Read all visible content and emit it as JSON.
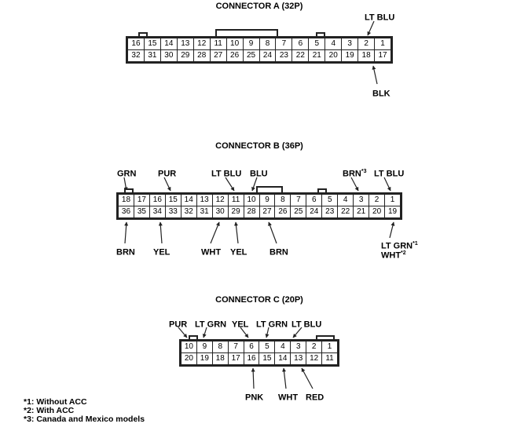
{
  "colors": {
    "line": "#222222",
    "background": "#ffffff",
    "text": "#000000"
  },
  "connectors": [
    {
      "id": "A",
      "title": "CONNECTOR A (32P)",
      "pins_top": [
        "16",
        "15",
        "14",
        "13",
        "12",
        "11",
        "10",
        "9",
        "8",
        "7",
        "6",
        "5",
        "4",
        "3",
        "2",
        "1"
      ],
      "pins_bottom": [
        "32",
        "31",
        "30",
        "29",
        "28",
        "27",
        "26",
        "25",
        "24",
        "23",
        "22",
        "21",
        "20",
        "19",
        "18",
        "17"
      ],
      "labels_top": [
        {
          "text": "LT BLU",
          "sup": ""
        }
      ],
      "labels_bottom": [
        {
          "text": "BLK",
          "sup": ""
        }
      ]
    },
    {
      "id": "B",
      "title": "CONNECTOR B (36P)",
      "pins_top": [
        "18",
        "17",
        "16",
        "15",
        "14",
        "13",
        "12",
        "11",
        "10",
        "9",
        "8",
        "7",
        "6",
        "5",
        "4",
        "3",
        "2",
        "1"
      ],
      "pins_bottom": [
        "36",
        "35",
        "34",
        "33",
        "32",
        "31",
        "30",
        "29",
        "28",
        "27",
        "26",
        "25",
        "24",
        "23",
        "22",
        "21",
        "20",
        "19"
      ],
      "labels_top": [
        {
          "text": "GRN",
          "sup": ""
        },
        {
          "text": "PUR",
          "sup": ""
        },
        {
          "text": "LT BLU",
          "sup": ""
        },
        {
          "text": "BLU",
          "sup": ""
        },
        {
          "text": "BRN",
          "sup": "*3"
        },
        {
          "text": "LT BLU",
          "sup": ""
        }
      ],
      "labels_bottom": [
        {
          "text": "BRN",
          "sup": ""
        },
        {
          "text": "YEL",
          "sup": ""
        },
        {
          "text": "WHT",
          "sup": ""
        },
        {
          "text": "YEL",
          "sup": ""
        },
        {
          "text": "BRN",
          "sup": ""
        },
        {
          "text": "LT GRN",
          "sup": "*1"
        },
        {
          "text": "WHT",
          "sup": "*2"
        }
      ]
    },
    {
      "id": "C",
      "title": "CONNECTOR C (20P)",
      "pins_top": [
        "10",
        "9",
        "8",
        "7",
        "6",
        "5",
        "4",
        "3",
        "2",
        "1"
      ],
      "pins_bottom": [
        "20",
        "19",
        "18",
        "17",
        "16",
        "15",
        "14",
        "13",
        "12",
        "11"
      ],
      "labels_top": [
        {
          "text": "PUR",
          "sup": ""
        },
        {
          "text": "LT GRN",
          "sup": ""
        },
        {
          "text": "YEL",
          "sup": ""
        },
        {
          "text": "LT GRN",
          "sup": ""
        },
        {
          "text": "LT BLU",
          "sup": ""
        }
      ],
      "labels_bottom": [
        {
          "text": "PNK",
          "sup": ""
        },
        {
          "text": "WHT",
          "sup": ""
        },
        {
          "text": "RED",
          "sup": ""
        }
      ]
    }
  ],
  "footnotes": [
    "*1: Without ACC",
    "*2: With ACC",
    "*3: Canada and Mexico models"
  ]
}
